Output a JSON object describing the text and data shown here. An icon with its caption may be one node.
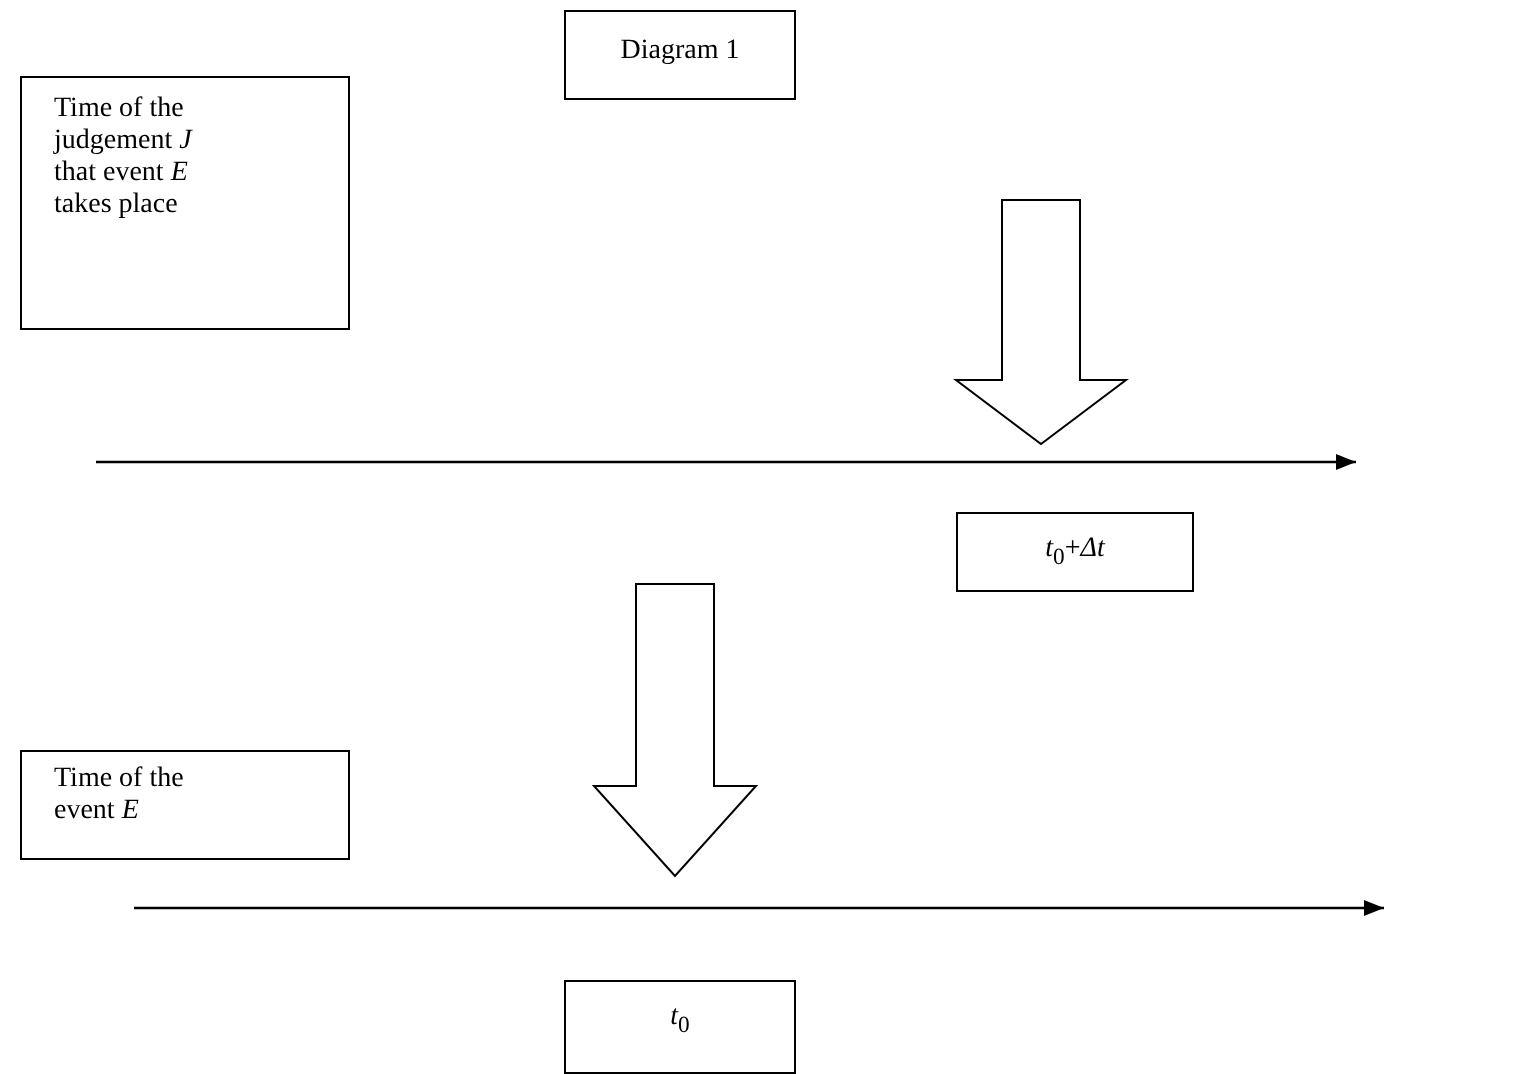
{
  "diagram": {
    "nodes": [
      {
        "text": [
          "Diagram 1"
        ]
      },
      {
        "text": [
          "Time of the judgement *J* that event *E* takes place"
        ]
      },
      {
        "text": [
          "*t*$_{0}$+*Δt*"
        ]
      },
      {
        "text": [
          "Time of the event *E*"
        ]
      },
      {
        "text": [
          "*t*$_{0}$"
        ]
      }
    ]
  }
}
